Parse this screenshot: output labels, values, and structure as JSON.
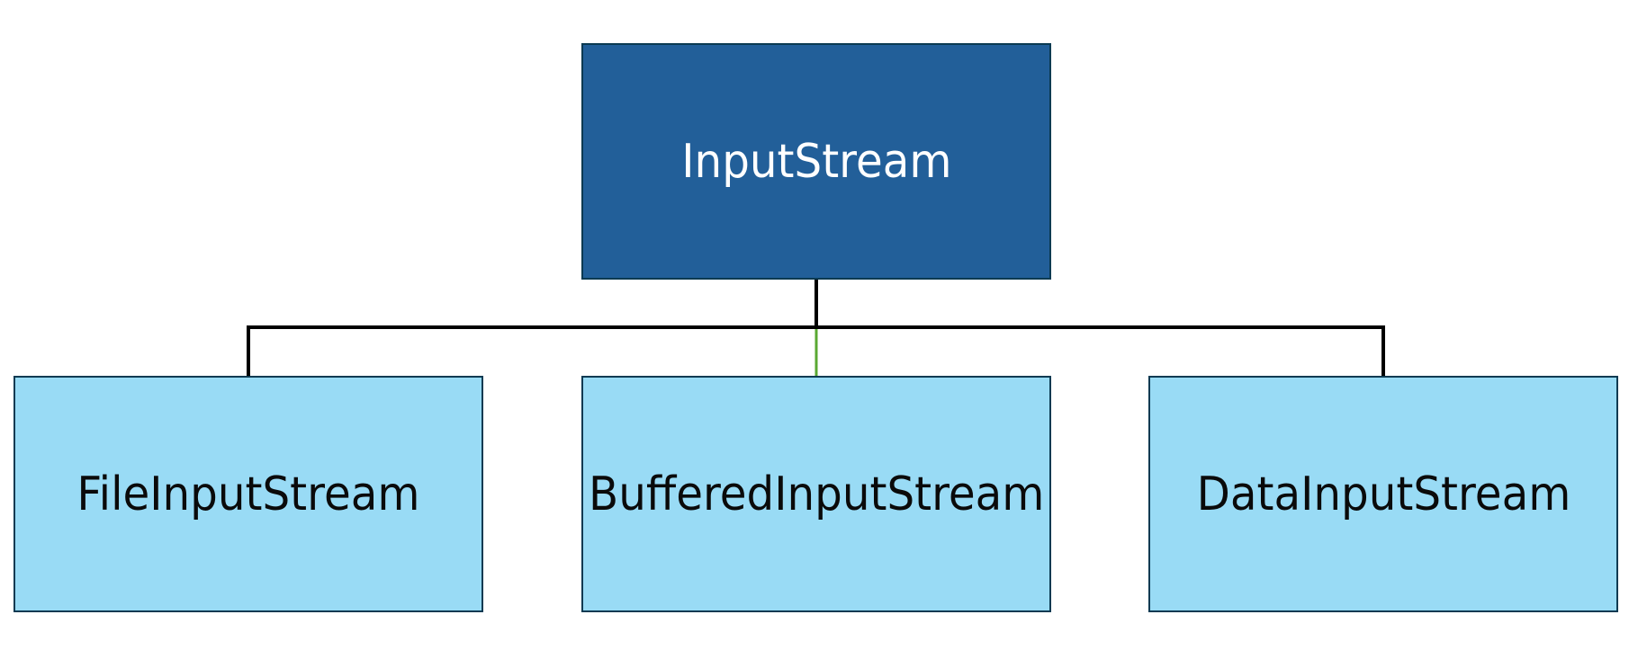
{
  "diagram": {
    "root": {
      "label": "InputStream"
    },
    "children": [
      {
        "label": "FileInputStream"
      },
      {
        "label": "BufferedInputStream"
      },
      {
        "label": "DataInputStream"
      }
    ]
  },
  "colors": {
    "root_fill": "#225f99",
    "root_text": "#ffffff",
    "child_fill": "#99dbf5",
    "child_text": "#0a0a0a",
    "border": "#0b3a52",
    "connector": "#000000",
    "highlight_connector": "#5aa832"
  }
}
